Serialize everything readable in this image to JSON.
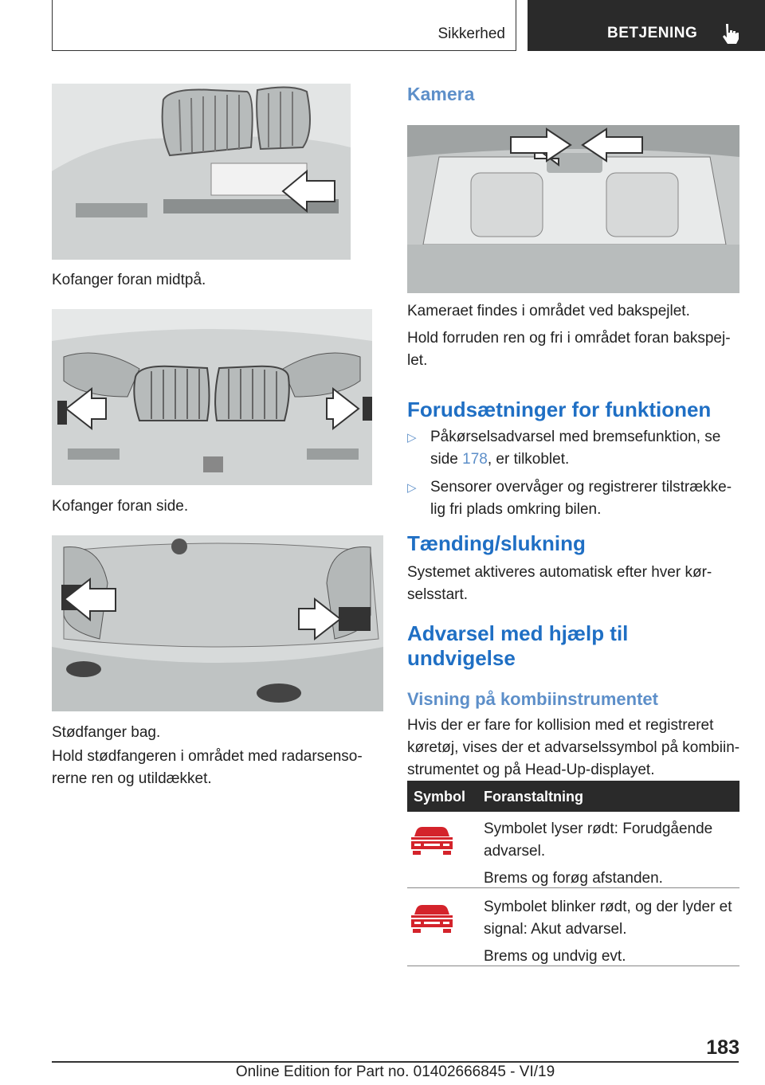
{
  "header": {
    "section": "Sikkerhed",
    "tab": "BETJENING",
    "tab_icon": "hand-pointer-icon"
  },
  "left": {
    "fig1_caption": "Kofanger foran midtpå.",
    "fig2_caption": "Kofanger foran side.",
    "fig3_caption": "Stødfanger bag.",
    "para": [
      "Hold stødfangeren i området med radarsenso-",
      "rerne ren og utildækket."
    ]
  },
  "right": {
    "camera_title": "Kamera",
    "camera_p1": "Kameraet findes i området ved bakspejlet.",
    "camera_p2": [
      "Hold forruden ren og fri i området foran bakspej-",
      "let."
    ],
    "req_title": "Forudsætninger for funktionen",
    "bullets": [
      {
        "line1": "Påkørselsadvarsel med bremsefunktion, se",
        "line2_pre": "side ",
        "link": "178",
        "line2_post": ", er tilkoblet."
      },
      {
        "line1": "Sensorer overvåger og registrerer tilstrække-",
        "line2": "lig fri plads omkring bilen."
      }
    ],
    "bullet_marker": "▷",
    "onoff_title": "Tænding/slukning",
    "onoff_text": [
      "Systemet aktiveres automatisk efter hver kør-",
      "selsstart."
    ],
    "warn_title": [
      "Advarsel med hjælp til",
      "undvigelse"
    ],
    "display_title": "Visning på kombiinstrumentet",
    "display_text": [
      "Hvis der er fare for kollision med et registreret",
      "køretøj, vises der et advarselssymbol på kombiin-",
      "strumentet og på Head-Up-displayet."
    ],
    "table": {
      "headers": [
        "Symbol",
        "Foranstaltning"
      ],
      "rows": [
        {
          "icon": "red-car-warning-icon",
          "lines": [
            "Symbolet lyser rødt: Forudgående",
            "advarsel."
          ],
          "action": "Brems og forøg afstanden."
        },
        {
          "icon": "red-car-warning-icon",
          "lines": [
            "Symbolet blinker rødt, og der lyder et",
            "signal: Akut advarsel."
          ],
          "action": "Brems og undvig evt."
        }
      ]
    },
    "symbol_color": "#d4232b"
  },
  "footer": {
    "page": "183",
    "edition": "Online Edition for Part no. 01402666845 - VI/19"
  }
}
